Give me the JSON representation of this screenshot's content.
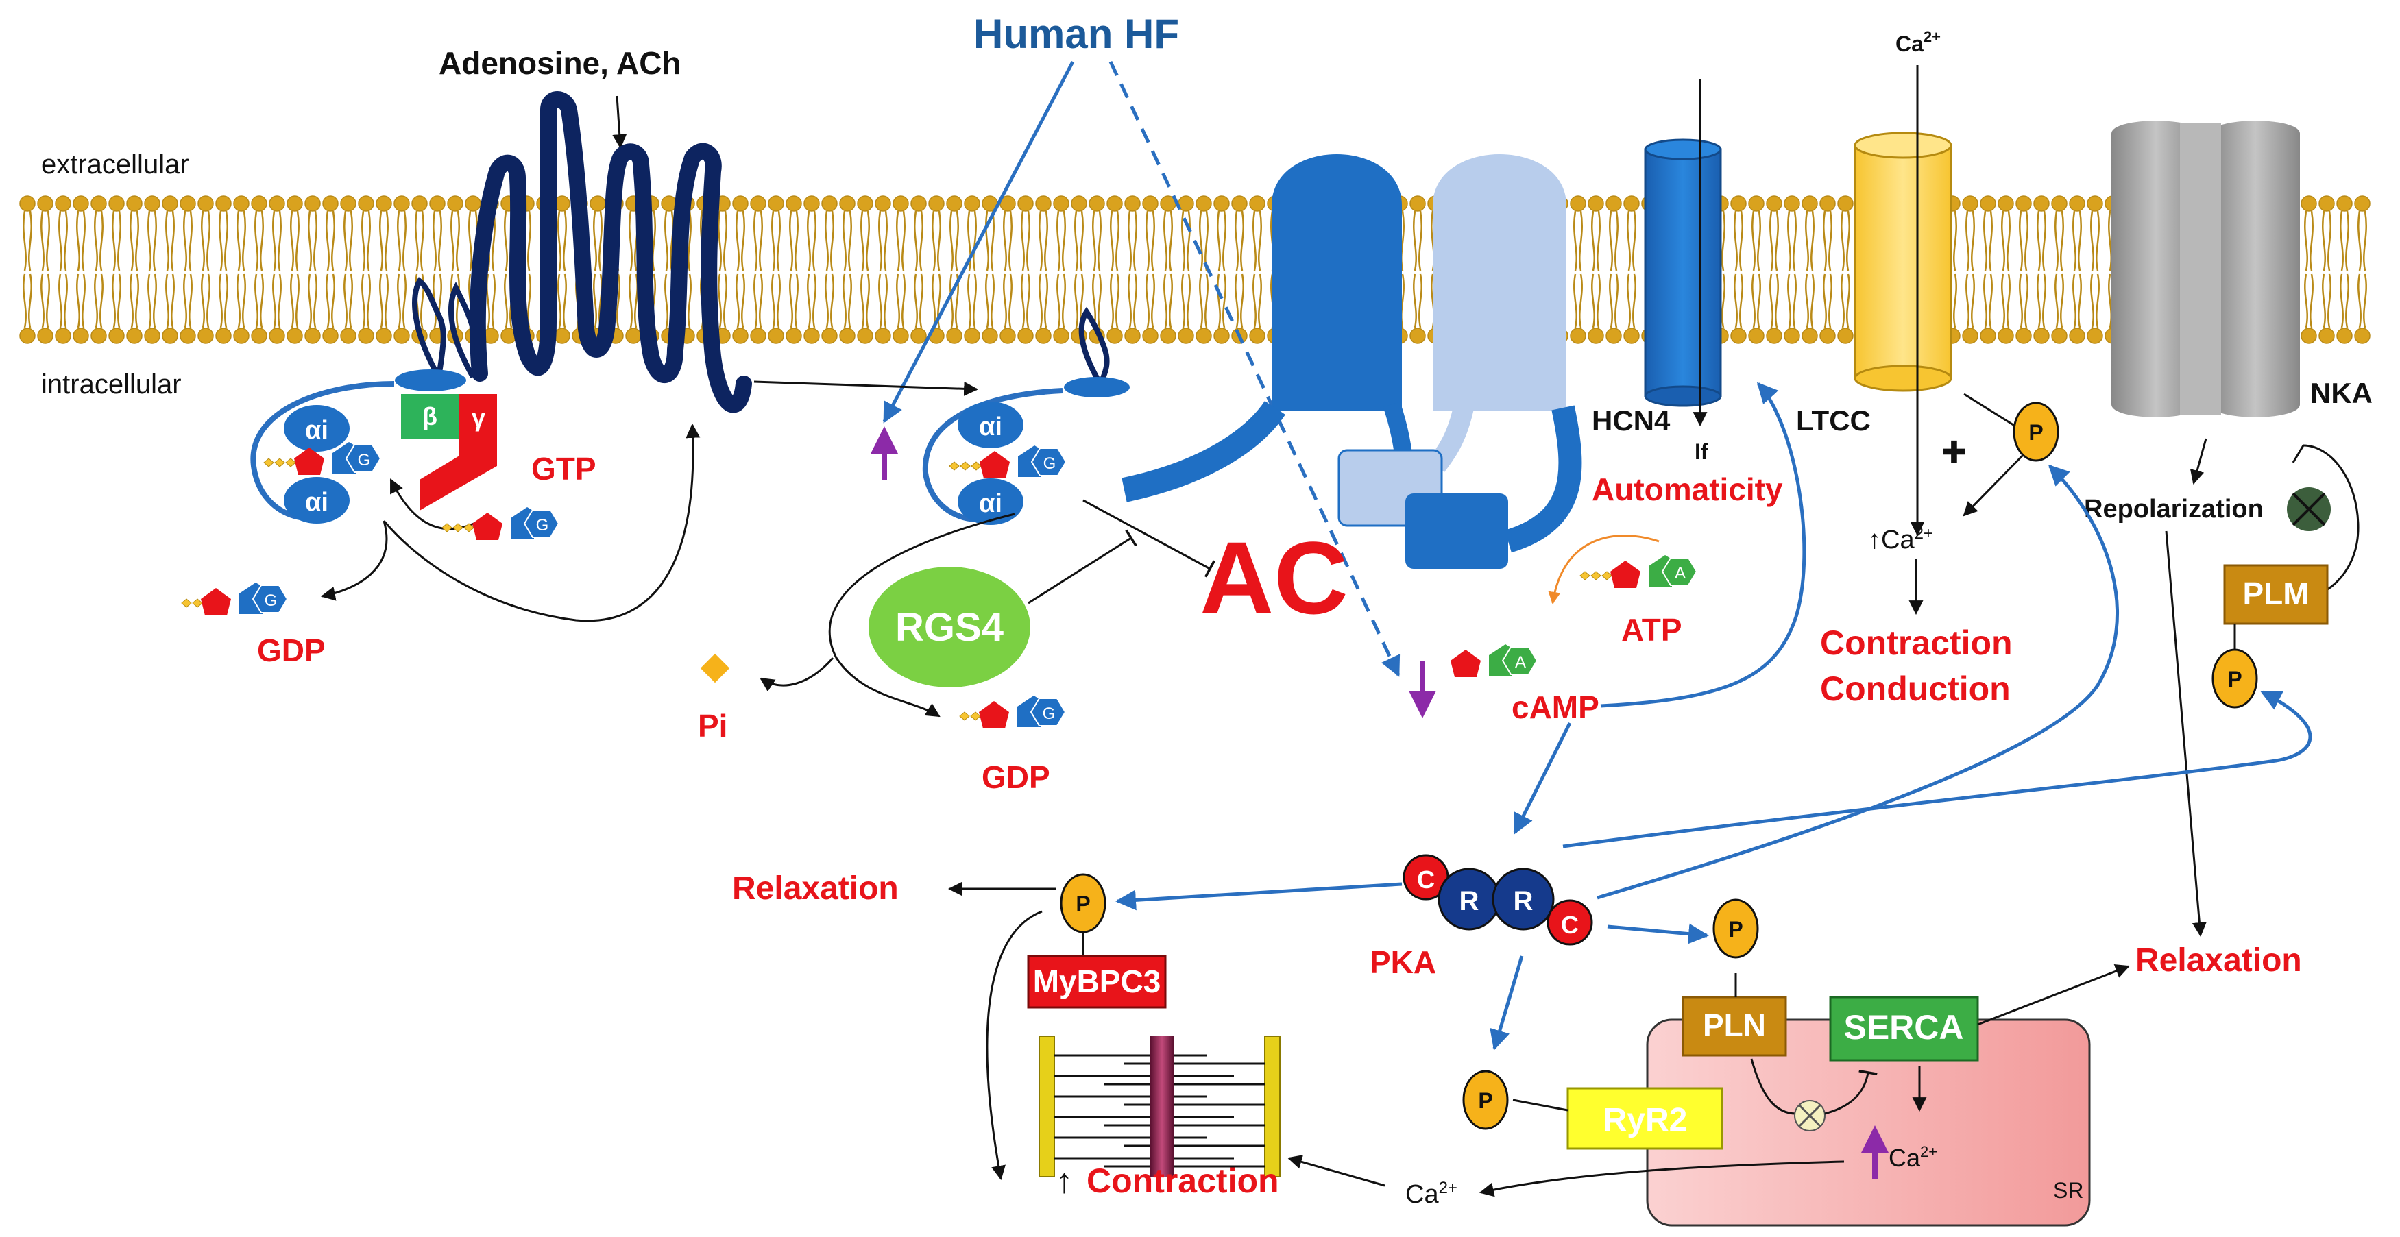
{
  "colors": {
    "membrane_head": "#d9a21e",
    "membrane_tail": "#b98a17",
    "receptor": "#0d2460",
    "protein_blue": "#1f6fc4",
    "protein_light": "#b8cdec",
    "ltcc": "#ffdc67",
    "nka": "#9a9a9a",
    "label_red": "#e8141a",
    "arrow_blue": "#2a6fc0",
    "purple": "#8c2aa8",
    "sr_pink": "#f6b6b6",
    "pka_red": "#e8141a",
    "pka_navy": "#153a8c",
    "phospho": "#f6b21a",
    "mybpc3": "#e8141a",
    "rgs4": "#7bd043",
    "plm": "#c98a12",
    "pln": "#c98a12",
    "serca": "#3cad45",
    "ryr2": "#ffff2e"
  },
  "membrane": {
    "extracellular": "extracellular",
    "intracellular": "intracellular"
  },
  "top": {
    "ligand": "Adenosine, ACh",
    "human_hf": "Human HF",
    "ca_top": "Ca",
    "ca_sup": "2+"
  },
  "gprotein": {
    "ai": "αi",
    "beta": "β",
    "gamma": "γ",
    "g": "G",
    "a": "A",
    "gtp": "GTP",
    "gdp": "GDP",
    "pi": "Pi",
    "rgs4": "RGS4"
  },
  "ac": {
    "label": "AC",
    "atp": "ATP",
    "camp": "cAMP"
  },
  "channels": {
    "hcn4": "HCN4",
    "if": "If",
    "automaticity": "Automaticity",
    "ltcc": "LTCC",
    "plus": "✚",
    "ca_mid": "Ca",
    "ca_sup": "2+",
    "contraction": "Contraction",
    "conduction": "Conduction",
    "nka": "NKA",
    "repolarization": "Repolarization",
    "plm": "PLM"
  },
  "pka": {
    "label": "PKA",
    "c": "C",
    "r": "R",
    "p": "P"
  },
  "bottom": {
    "relaxation": "Relaxation",
    "mybpc3": "MyBPC3",
    "contraction": "Contraction",
    "up_arrow": "↑",
    "ca": "Ca",
    "ca_sup": "2+",
    "pln": "PLN",
    "serca": "SERCA",
    "ryr2": "RyR2",
    "sr": "SR"
  }
}
